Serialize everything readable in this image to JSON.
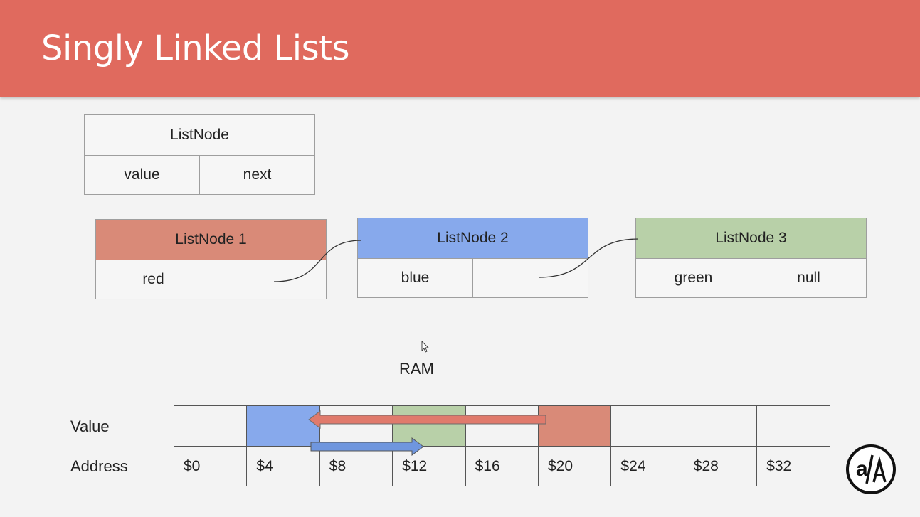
{
  "slide": {
    "title": "Singly Linked Lists"
  },
  "legend_node": {
    "title": "ListNode",
    "fields": [
      "value",
      "next"
    ]
  },
  "nodes": [
    {
      "title": "ListNode 1",
      "value": "red",
      "next": "",
      "color": "#d98a78"
    },
    {
      "title": "ListNode 2",
      "value": "blue",
      "next": "",
      "color": "#87a9ec"
    },
    {
      "title": "ListNode 3",
      "value": "green",
      "next": "null",
      "color": "#b8d0a8"
    }
  ],
  "ram": {
    "label": "RAM",
    "row_labels": {
      "value": "Value",
      "address": "Address"
    },
    "addresses": [
      "$0",
      "$4",
      "$8",
      "$12",
      "$16",
      "$20",
      "$24",
      "$28",
      "$32"
    ],
    "highlight_colors": [
      "",
      "#87a9ec",
      "",
      "#b8d0a8",
      "",
      "#d98a78",
      "",
      "",
      ""
    ],
    "arrow_colors": {
      "red_to_blue": "#e07a6c",
      "blue_to_green": "#6f96de"
    }
  },
  "logo": {
    "text": "a/A"
  }
}
